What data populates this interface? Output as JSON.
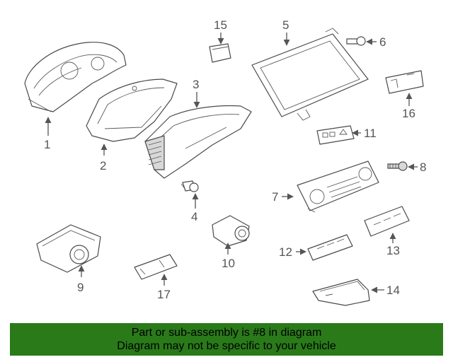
{
  "parts": [
    {
      "id": "part-1",
      "label": "1"
    },
    {
      "id": "part-2",
      "label": "2"
    },
    {
      "id": "part-3",
      "label": "3"
    },
    {
      "id": "part-4",
      "label": "4"
    },
    {
      "id": "part-5",
      "label": "5"
    },
    {
      "id": "part-6",
      "label": "6"
    },
    {
      "id": "part-7",
      "label": "7"
    },
    {
      "id": "part-8",
      "label": "8"
    },
    {
      "id": "part-9",
      "label": "9"
    },
    {
      "id": "part-10",
      "label": "10"
    },
    {
      "id": "part-11",
      "label": "11"
    },
    {
      "id": "part-12",
      "label": "12"
    },
    {
      "id": "part-13",
      "label": "13"
    },
    {
      "id": "part-14",
      "label": "14"
    },
    {
      "id": "part-15",
      "label": "15"
    },
    {
      "id": "part-16",
      "label": "16"
    },
    {
      "id": "part-17",
      "label": "17"
    }
  ],
  "highlighted_part": "8",
  "banner": {
    "line1": "Part or sub-assembly is #8 in diagram",
    "line2": "Diagram may not be specific to your vehicle",
    "color": "#2a7a1a"
  }
}
